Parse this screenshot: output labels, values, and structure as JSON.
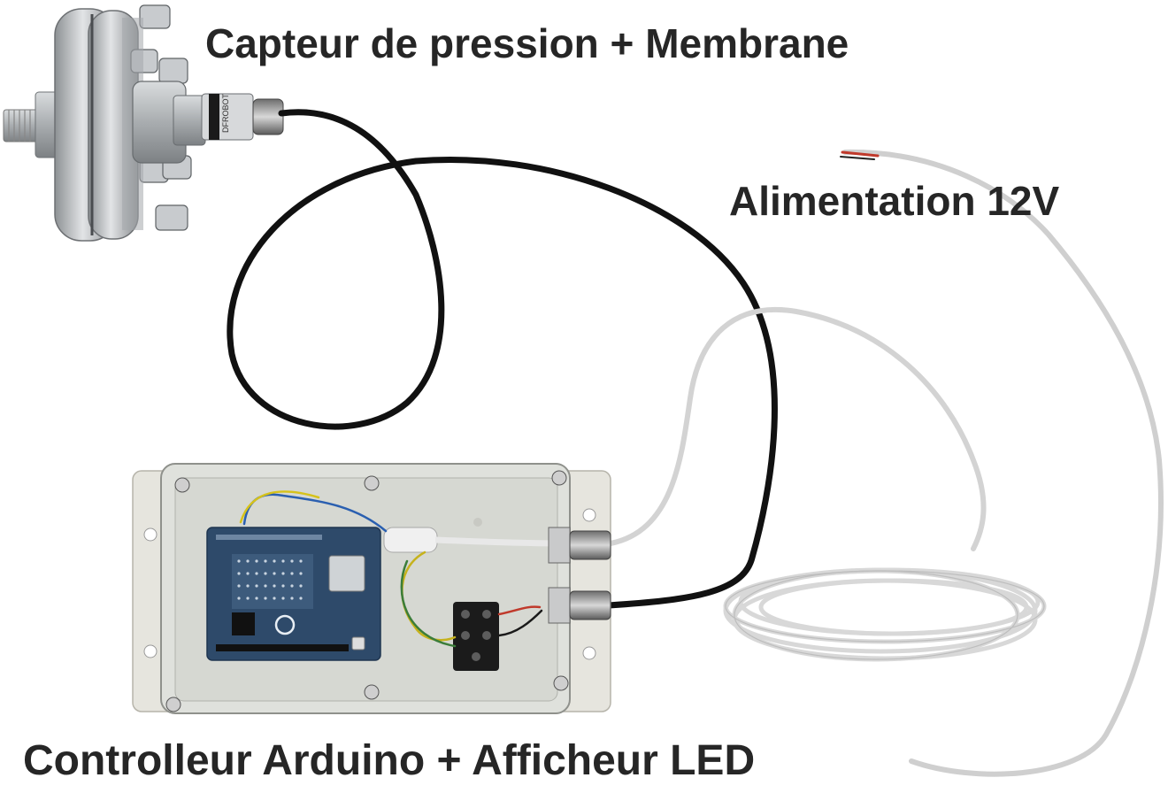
{
  "labels": {
    "sensor": "Capteur de pression + Membrane",
    "power": "Alimentation 12V",
    "controller": "Controlleur Arduino + Afficheur LED"
  },
  "board": {
    "brand_text": "DFROBOT"
  },
  "colors": {
    "background": "#ffffff",
    "label_text": "#262626",
    "black_cable": "#111111",
    "white_cable": "#d8d8d8",
    "board_blue": "#2e4a6a",
    "enclosure": "#e4e4dc",
    "steel": "#b9bcbf"
  }
}
